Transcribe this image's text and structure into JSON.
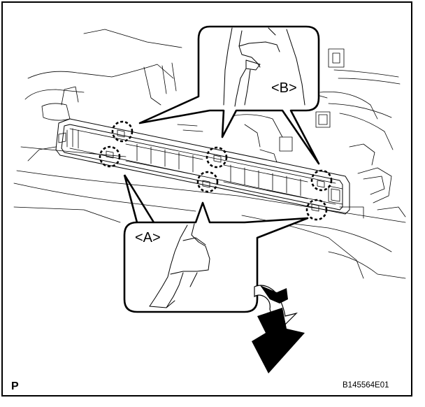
{
  "callouts": {
    "a_label": "<A>",
    "b_label": "<B>"
  },
  "corner_letter": "P",
  "figure_code": "B145564E01",
  "icons": [
    "pull-direction-arrow-icon",
    "clip-detail-icon"
  ]
}
